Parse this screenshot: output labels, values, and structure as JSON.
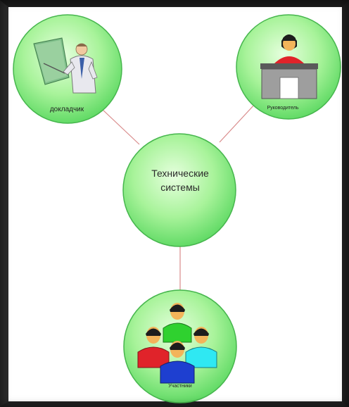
{
  "diagram": {
    "center": {
      "line1": "Технические",
      "line2": "системы"
    },
    "nodes": {
      "speaker": {
        "label": "докладчик"
      },
      "manager": {
        "label": "Руководитель"
      },
      "members": {
        "label": "Участники"
      }
    }
  },
  "colors": {
    "node_fill_light": "#d9fdd0",
    "node_fill_dark": "#66e86a",
    "node_stroke": "#3fb04a",
    "connector": "#d98a8a"
  }
}
